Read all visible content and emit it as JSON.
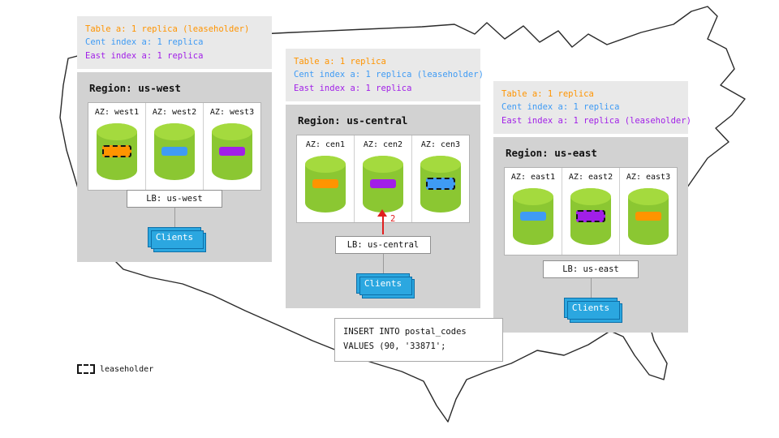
{
  "colors": {
    "table": "#ff9400",
    "cent_index": "#3f9bf4",
    "east_index": "#a11fe8",
    "arrow": "#e02020",
    "cylinder": "#8bc732",
    "clients_blue": "#2ba7e0"
  },
  "legend": {
    "label": "leaseholder"
  },
  "sql_box": {
    "lines": [
      "INSERT INTO postal_codes",
      "VALUES (90, '33871';"
    ]
  },
  "arrow": {
    "label": "2"
  },
  "regions": [
    {
      "name": "us-west",
      "annotations": [
        {
          "text": "Table a: 1 replica (leaseholder)",
          "color": "#ff9400"
        },
        {
          "text": "Cent index a: 1 replica",
          "color": "#3f9bf4"
        },
        {
          "text": "East index a: 1 replica",
          "color": "#a11fe8"
        }
      ],
      "title": "Region: us-west",
      "azs": [
        {
          "label": "AZ: west1",
          "replica_color": "#ff9400",
          "leaseholder": true
        },
        {
          "label": "AZ: west2",
          "replica_color": "#3f9bf4",
          "leaseholder": false
        },
        {
          "label": "AZ: west3",
          "replica_color": "#a11fe8",
          "leaseholder": false
        }
      ],
      "lb_label": "LB: us-west",
      "clients_label": "Clients"
    },
    {
      "name": "us-central",
      "annotations": [
        {
          "text": "Table a: 1 replica",
          "color": "#ff9400"
        },
        {
          "text": "Cent index a: 1 replica (leaseholder)",
          "color": "#3f9bf4"
        },
        {
          "text": "East index a: 1 replica",
          "color": "#a11fe8"
        }
      ],
      "title": "Region: us-central",
      "azs": [
        {
          "label": "AZ: cen1",
          "replica_color": "#ff9400",
          "leaseholder": false
        },
        {
          "label": "AZ: cen2",
          "replica_color": "#a11fe8",
          "leaseholder": false
        },
        {
          "label": "AZ: cen3",
          "replica_color": "#3f9bf4",
          "leaseholder": true
        }
      ],
      "lb_label": "LB: us-central",
      "clients_label": "Clients"
    },
    {
      "name": "us-east",
      "annotations": [
        {
          "text": "Table a: 1 replica",
          "color": "#ff9400"
        },
        {
          "text": "Cent index a: 1 replica",
          "color": "#3f9bf4"
        },
        {
          "text": "East index a: 1 replica (leaseholder)",
          "color": "#a11fe8"
        }
      ],
      "title": "Region: us-east",
      "azs": [
        {
          "label": "AZ: east1",
          "replica_color": "#3f9bf4",
          "leaseholder": false
        },
        {
          "label": "AZ: east2",
          "replica_color": "#a11fe8",
          "leaseholder": true
        },
        {
          "label": "AZ: east3",
          "replica_color": "#ff9400",
          "leaseholder": false
        }
      ],
      "lb_label": "LB: us-east",
      "clients_label": "Clients"
    }
  ]
}
